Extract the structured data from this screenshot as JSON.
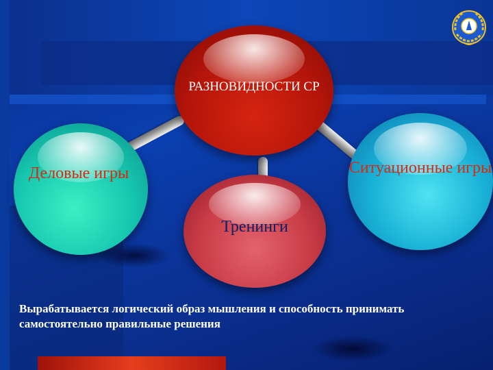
{
  "diagram": {
    "center": "РАЗНОВИДНОСТИ СР",
    "nodes": [
      {
        "label": "Деловые игры"
      },
      {
        "label": "Ситуационные игры"
      },
      {
        "label": "Тренинги"
      }
    ]
  },
  "caption": "Вырабатывается логический образ мышления и способность принимать самостоятельно правильные решения",
  "colors": {
    "background": "#0b3fb0",
    "center_ball": "#c41c0c",
    "left_ball": "#17c8b0",
    "right_ball": "#19b0d6",
    "bottom_ball": "#c93b47",
    "node_text": "#d92a10",
    "bottom_text": "#0a2366",
    "bottom_bar": "#e53e1d"
  },
  "icons": {
    "emblem": "laurel-wreath-emblem-icon"
  }
}
